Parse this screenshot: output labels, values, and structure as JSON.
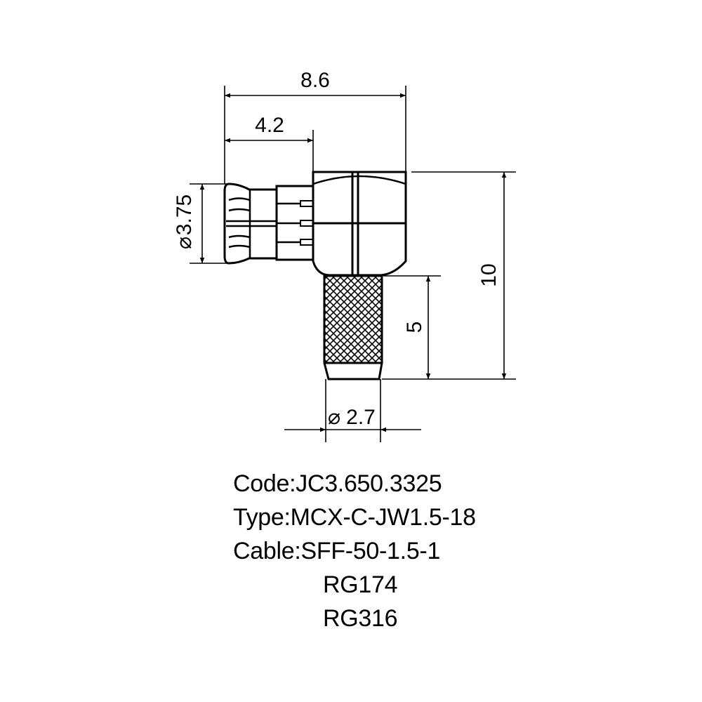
{
  "diagram": {
    "dimensions": {
      "overall_width": "8.6",
      "front_width": "4.2",
      "plug_diameter": "3.75",
      "cable_diameter": "2.7",
      "total_height": "10",
      "ferrule_height": "5",
      "diameter_symbol": "⌀"
    }
  },
  "specs": {
    "code_label": "Code:",
    "code_value": "JC3.650.3325",
    "type_label": "Type:",
    "type_value": "MCX-C-JW1.5-18",
    "cable_label": "Cable:",
    "cable_values": [
      "SFF-50-1.5-1",
      "RG174",
      "RG316"
    ]
  }
}
